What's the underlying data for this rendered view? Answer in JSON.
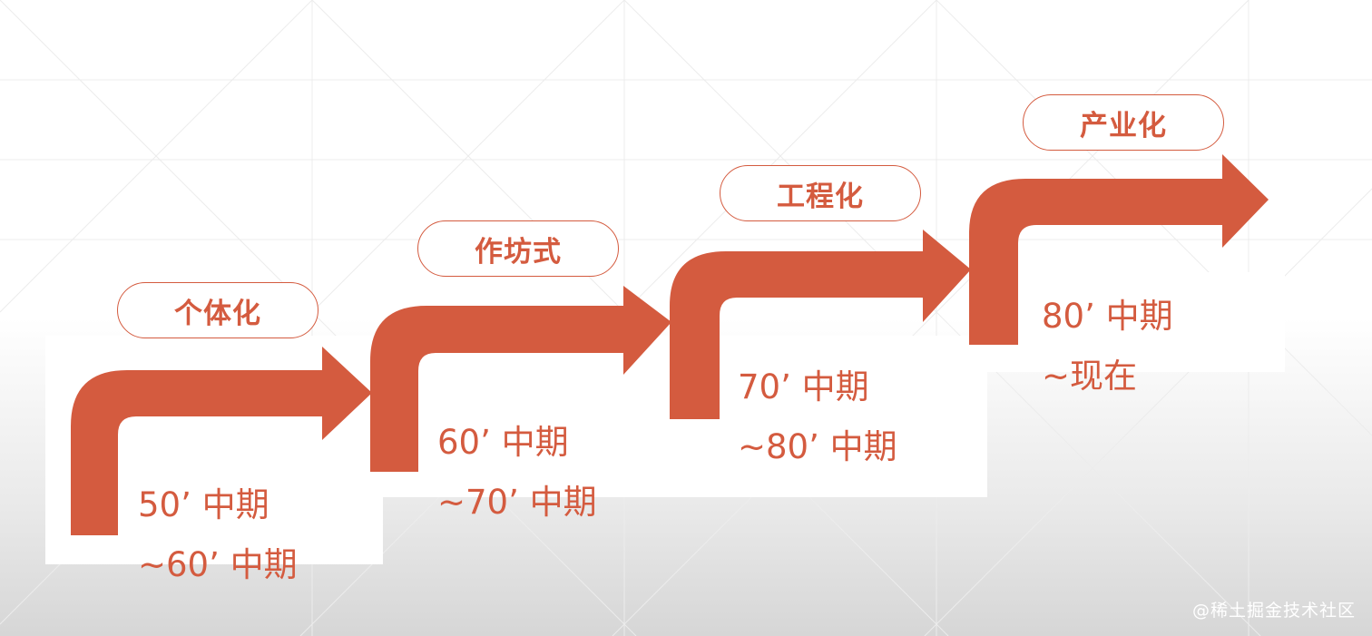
{
  "stages": [
    {
      "label": "个体化",
      "period_start": "50’ 中期",
      "period_end": "~60’ 中期"
    },
    {
      "label": "作坊式",
      "period_start": "60’ 中期",
      "period_end": "~70’ 中期"
    },
    {
      "label": "工程化",
      "period_start": "70’ 中期",
      "period_end": "~80’ 中期"
    },
    {
      "label": "产业化",
      "period_start": "80’ 中期",
      "period_end": "~现在"
    }
  ],
  "watermark": "@稀土掘金技术社区",
  "colors": {
    "accent": "#d45b3f",
    "pill_border": "#d45b3f",
    "background_top": "#ffffff",
    "background_bottom": "#d6d6d6"
  }
}
